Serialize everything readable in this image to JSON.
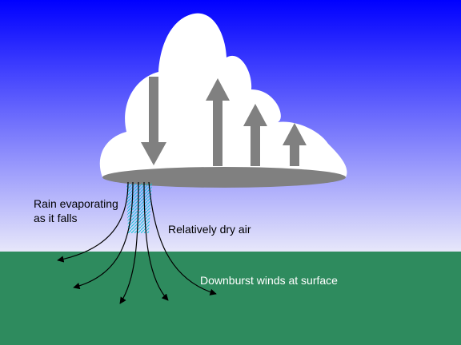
{
  "labels": {
    "rain_line1": "Rain evaporating",
    "rain_line2": "as it falls",
    "dry_air": "Relatively dry air",
    "downburst": "Downburst winds at surface"
  },
  "colors": {
    "sky_top": "#0000ff",
    "sky_bottom": "#e8e8fa",
    "ground": "#2e8b5e",
    "cloud": "#ffffff",
    "cloud_base": "#808080",
    "arrow": "#808080",
    "rain": "#00c8d8",
    "wind": "#000000",
    "label_dark": "#000000",
    "label_light": "#ffffff"
  },
  "icons": {
    "cloud": "cumulonimbus-cloud-icon",
    "downdraft": "arrow-down-icon",
    "updraft": "arrow-up-icon"
  }
}
